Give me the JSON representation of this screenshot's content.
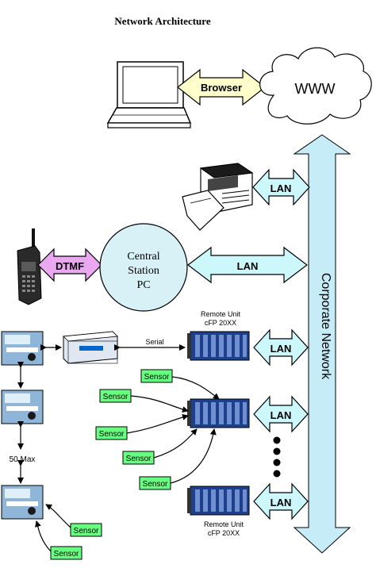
{
  "title": "Network Architecture",
  "labels": {
    "browser": "Browser",
    "www": "WWW",
    "lan": "LAN",
    "dtmf": "DTMF",
    "central_station_line1": "Central",
    "central_station_line2": "Station",
    "central_station_line3": "PC",
    "corporate_network": "Corporate Network",
    "remote_unit_top_line1": "Remote Unit",
    "remote_unit_top_line2": "cFP 20XX",
    "remote_unit_bottom_line1": "Remote Unit",
    "remote_unit_bottom_line2": "cFP 20XX",
    "serial": "Serial",
    "sensor": "Sensor",
    "max_units": "50 Max"
  },
  "colors": {
    "browser_arrow": "#ffffcc",
    "dtmf_arrow": "#e9a8f0",
    "lan_arrow": "#ccf7fb",
    "station_circle": "#d7f1f7",
    "sensor_box": "#66ff80",
    "corporate_bar": "#c6ecf8",
    "rack": "#1e3f8c",
    "outline": "#000000"
  }
}
